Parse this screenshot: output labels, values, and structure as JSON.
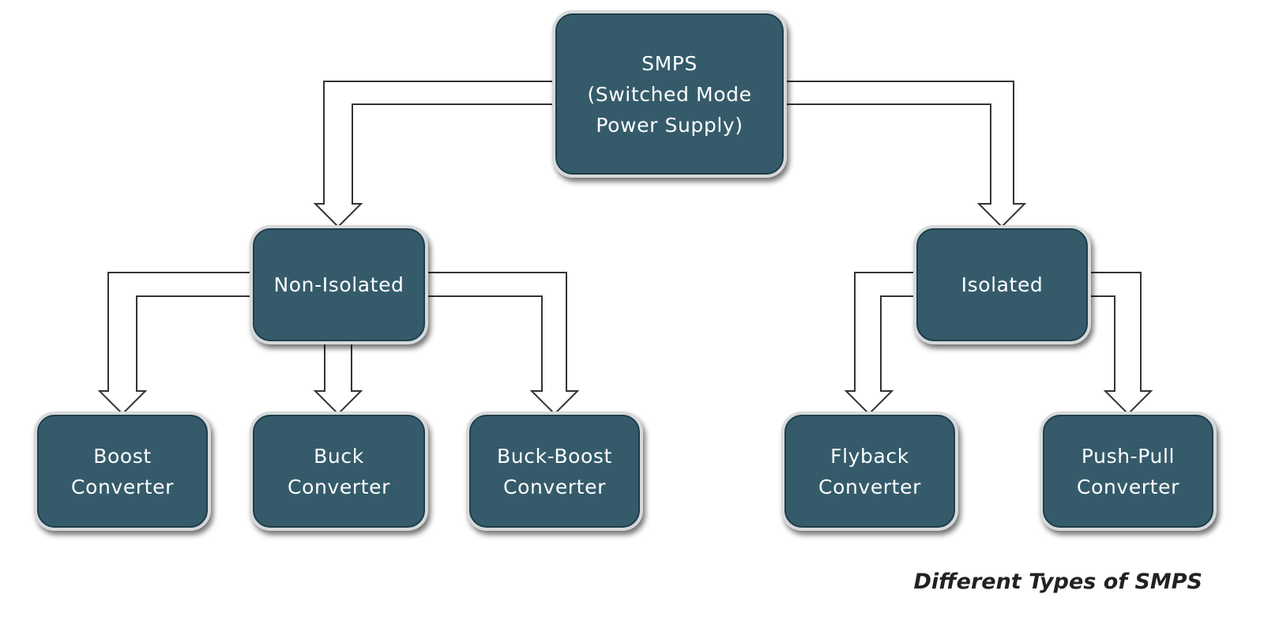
{
  "diagram": {
    "type": "tree",
    "root": {
      "lines": [
        "SMPS",
        "(Switched Mode",
        "Power Supply)"
      ]
    },
    "level1": {
      "non_isolated": "Non-Isolated",
      "isolated": "Isolated"
    },
    "leaves": {
      "boost": [
        "Boost",
        "Converter"
      ],
      "buck": [
        "Buck",
        "Converter"
      ],
      "buck_boost": [
        "Buck-Boost",
        "Converter"
      ],
      "flyback": [
        "Flyback",
        "Converter"
      ],
      "push_pull": [
        "Push-Pull",
        "Converter"
      ]
    },
    "caption": "Different Types of SMPS",
    "colors": {
      "node_fill": "#355b6b",
      "node_border": "#1f3d4a",
      "node_text": "#ffffff",
      "arrow_stroke": "#333333",
      "arrow_fill": "#ffffff"
    }
  }
}
